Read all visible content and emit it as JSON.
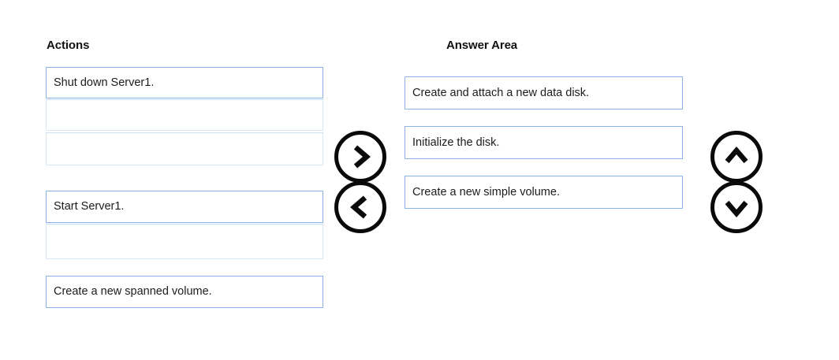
{
  "columns": {
    "actions": {
      "header": "Actions",
      "items": [
        {
          "label": "Shut down Server1.",
          "filled": true
        },
        {
          "label": "",
          "filled": false
        },
        {
          "label": "",
          "filled": false
        },
        {
          "label": "Start Server1.",
          "filled": true
        },
        {
          "label": "",
          "filled": false
        },
        {
          "label": "Create a new spanned volume.",
          "filled": true
        }
      ]
    },
    "answer": {
      "header": "Answer Area",
      "items": [
        {
          "label": "Create and attach a new data disk.",
          "filled": true
        },
        {
          "label": "Initialize the disk.",
          "filled": true
        },
        {
          "label": "Create a new simple volume.",
          "filled": true
        }
      ]
    }
  },
  "controls": {
    "move_right": {
      "icon": "chevron-right-icon",
      "title": "Move to answer area"
    },
    "move_left": {
      "icon": "chevron-left-icon",
      "title": "Move back to actions"
    },
    "move_up": {
      "icon": "chevron-up-icon",
      "title": "Move item up"
    },
    "move_down": {
      "icon": "chevron-down-icon",
      "title": "Move item down"
    }
  },
  "colors": {
    "box_border_filled": "#8cb3e8",
    "box_border_empty": "#d9e6f7",
    "button_stroke": "#0a0a0a",
    "background": "#ffffff",
    "text": "#1c1c1c"
  }
}
